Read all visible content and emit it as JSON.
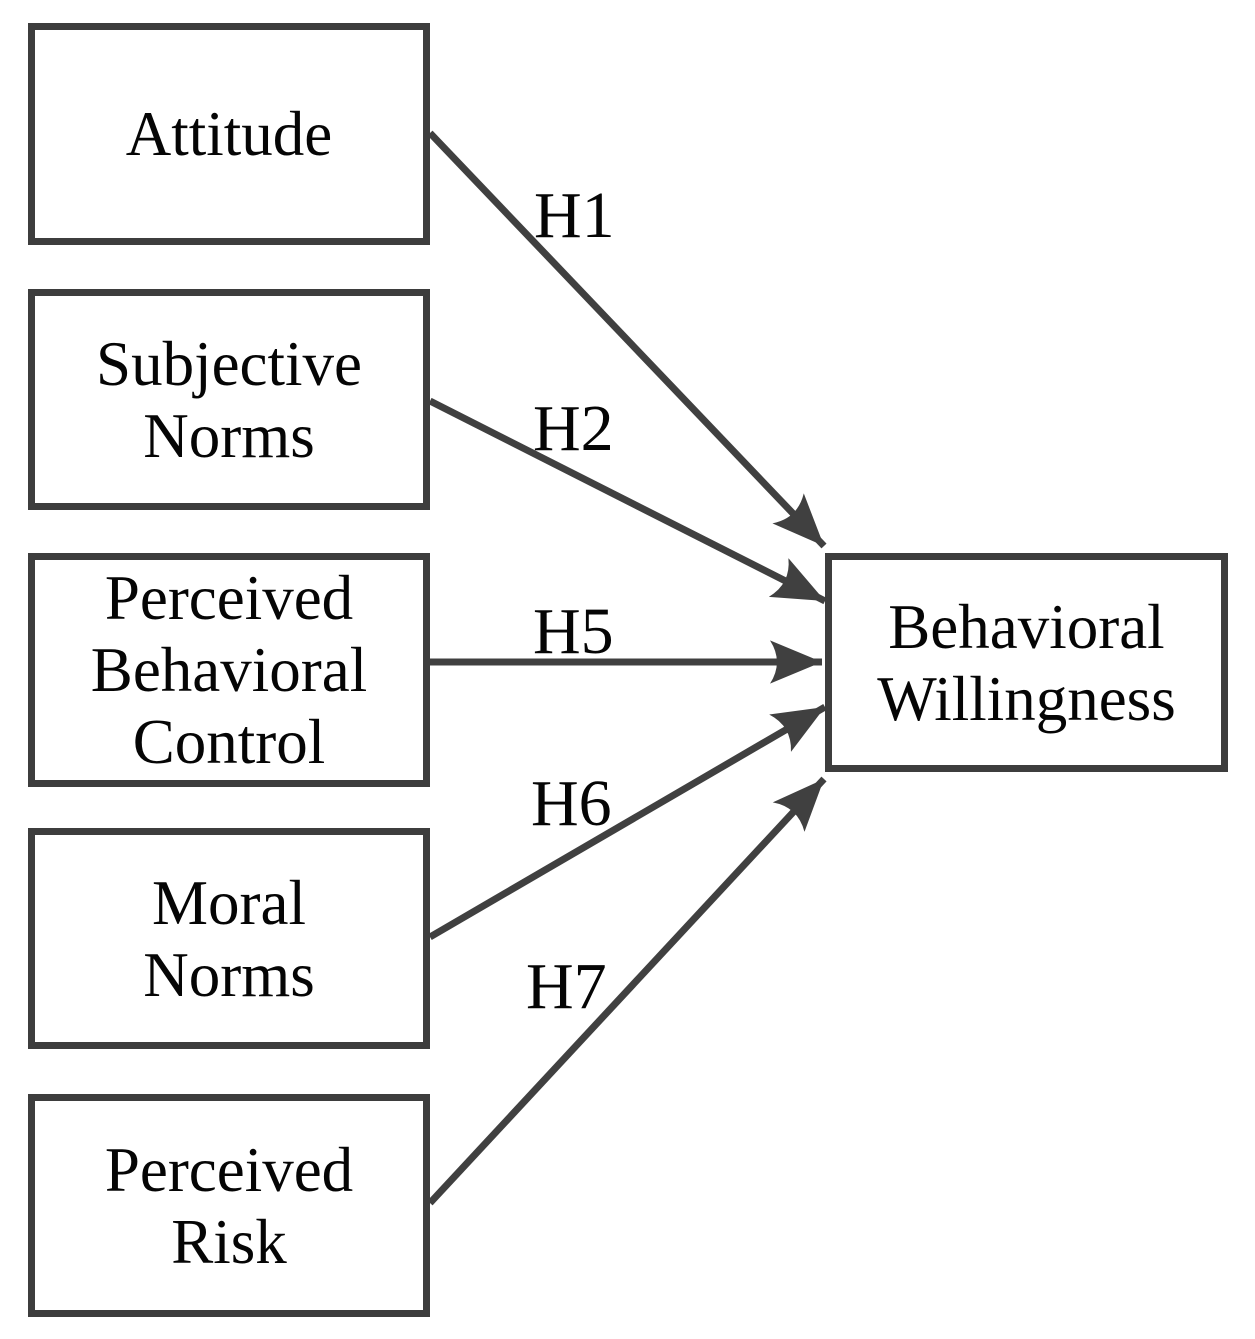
{
  "diagram": {
    "background_color": "#ffffff",
    "stroke_color": "#404040",
    "text_color": "#050505",
    "nodes": [
      {
        "id": "attitude",
        "label": "Attitude"
      },
      {
        "id": "subjective-norms",
        "label": "Subjective\nNorms"
      },
      {
        "id": "perceived-behavioral-control",
        "label": "Perceived\nBehavioral\nControl"
      },
      {
        "id": "moral-norms",
        "label": "Moral\nNorms"
      },
      {
        "id": "perceived-risk",
        "label": "Perceived\nRisk"
      },
      {
        "id": "behavioral-willingness",
        "label": "Behavioral\nWillingness"
      }
    ],
    "arrows": [
      {
        "id": "h1",
        "label": "H1",
        "from": "Attitude",
        "to": "Behavioral Willingness"
      },
      {
        "id": "h2",
        "label": "H2",
        "from": "Subjective Norms",
        "to": "Behavioral Willingness"
      },
      {
        "id": "h5",
        "label": "H5",
        "from": "Perceived Behavioral Control",
        "to": "Behavioral Willingness"
      },
      {
        "id": "h6",
        "label": "H6",
        "from": "Moral Norms",
        "to": "Behavioral Willingness"
      },
      {
        "id": "h7",
        "label": "H7",
        "from": "Perceived Risk",
        "to": "Behavioral Willingness"
      }
    ]
  }
}
